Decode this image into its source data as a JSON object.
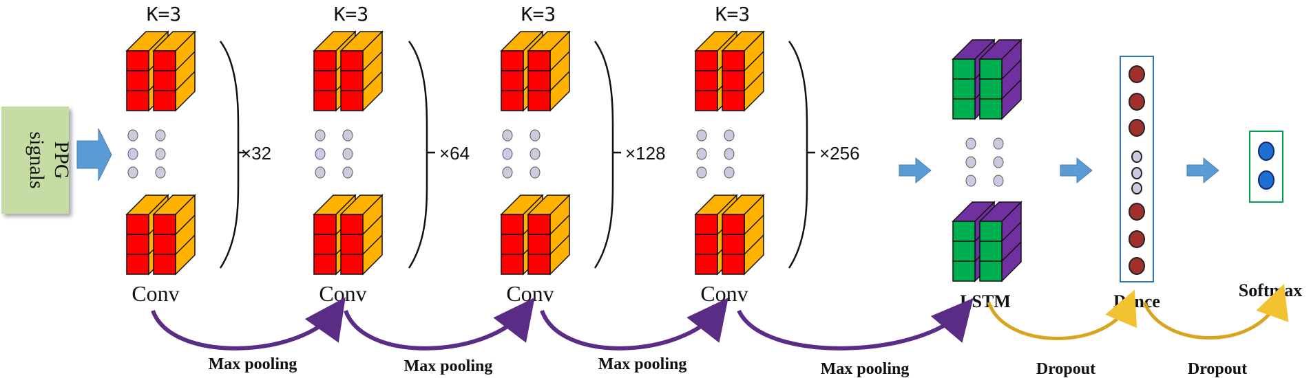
{
  "input": {
    "line1": "PPG",
    "line2": "signals"
  },
  "conv_blocks": [
    {
      "kernel": "K=3",
      "multiplier": "×32",
      "label": "Conv"
    },
    {
      "kernel": "K=3",
      "multiplier": "×64",
      "label": "Conv"
    },
    {
      "kernel": "K=3",
      "multiplier": "×128",
      "label": "Conv"
    },
    {
      "kernel": "K=3",
      "multiplier": "×256",
      "label": "Conv"
    }
  ],
  "pooling_labels": [
    "Max pooling",
    "Max pooling",
    "Max pooling",
    "Max pooling"
  ],
  "lstm": {
    "label": "LSTM"
  },
  "dense": {
    "label": "Dence"
  },
  "softmax": {
    "label": "Softmax"
  },
  "dropout_labels": [
    "Dropout",
    "Dropout"
  ],
  "colors": {
    "conv_front": "#ff0000",
    "conv_side": "#ffb300",
    "lstm_front": "#00b050",
    "lstm_side": "#7030a0",
    "input_box": "#c5dca4",
    "arrow_blue": "#5b9bd5",
    "pool_arrow": "#5b2c86",
    "dropout_arrow": "#d9a521",
    "dense_border": "#2e75b6",
    "dense_node": "#a0302a",
    "softmax_border": "#00a050",
    "softmax_node": "#1f6ed4",
    "dot": "#d0c8e0"
  }
}
